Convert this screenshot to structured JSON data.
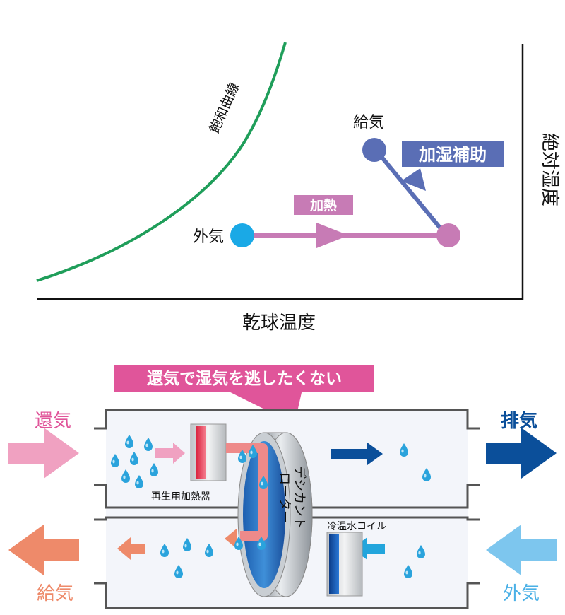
{
  "psychro": {
    "saturation_curve_label": "飽和曲線",
    "x_axis_label": "乾球温度",
    "y_axis_label": "絶対湿度",
    "outside_air_label": "外気",
    "supply_air_label": "給気",
    "heating_label": "加熱",
    "humidify_label": "加湿補助"
  },
  "device": {
    "callout": "還気で湿気を逃したくない",
    "return_air_label": "還気",
    "exhaust_label": "排気",
    "supply_air_label": "給気",
    "outside_air_label": "外気",
    "heater_label": "再生用加熱器",
    "rotor_label_line1": "デシカント",
    "rotor_label_line2": "ローター",
    "coil_label": "冷温水コイル"
  },
  "colors": {
    "curve_green": "#1f9e5a",
    "heating_pink": "#c77bb5",
    "humidify_blue": "#5a6eb5",
    "outside_cyan": "#1aa9e6",
    "callout_magenta": "#e0559a",
    "return_pink": "#f0a1c1",
    "exhaust_navy": "#0b4f9a",
    "supply_salmon": "#ee8a6a",
    "outside_lightblue": "#7dc6ee"
  }
}
